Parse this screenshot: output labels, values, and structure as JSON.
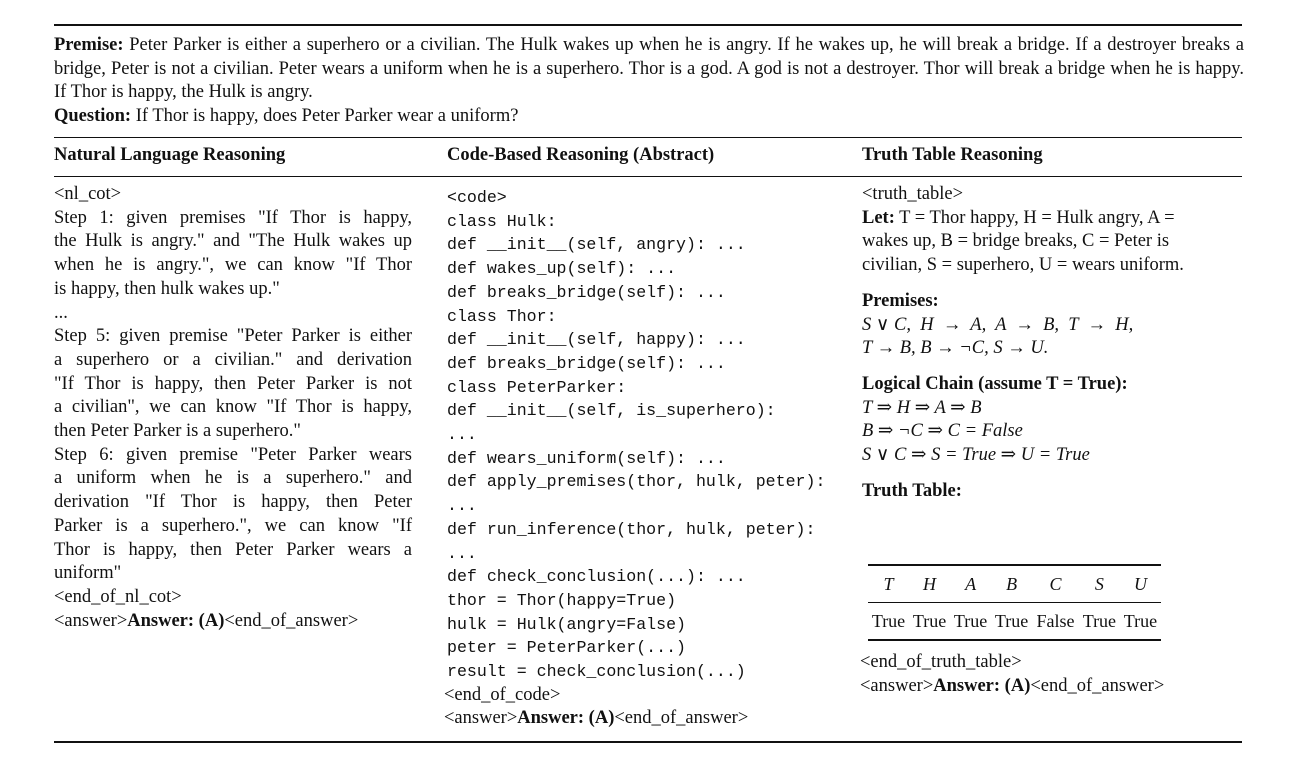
{
  "premise": {
    "label": "Premise:",
    "text": "Peter Parker is either a superhero or a civilian. The Hulk wakes up when he is angry. If he wakes up, he will break a bridge. If a destroyer breaks a bridge, Peter is not a civilian. Peter wears a uniform when he is a superhero. Thor is a god. A god is not a destroyer. Thor will break a bridge when he is happy. If Thor is happy, the Hulk is angry."
  },
  "question": {
    "label": "Question:",
    "text": "If Thor is happy, does Peter Parker wear a uniform?"
  },
  "columns": {
    "nl": "Natural Language Reasoning",
    "code": "Code-Based Reasoning (Abstract)",
    "tt": "Truth Table Reasoning"
  },
  "nl": {
    "open": "<nl_cot>",
    "lines": [
      "Step 1: given premises \"If Thor is happy,",
      "the Hulk is angry.\" and \"The Hulk wakes up",
      "when he is angry.\", we can know \"If Thor",
      "is happy, then hulk wakes up.\"",
      "...",
      "Step 5: given premise \"Peter Parker is either",
      "a superhero or a civilian.\" and derivation",
      "\"If Thor is happy, then Peter Parker is not",
      "a civilian\", we can know \"If Thor is happy,",
      "then Peter Parker is a superhero.\"",
      "Step 6: given premise \"Peter Parker wears",
      "a uniform when he is a superhero.\" and",
      "derivation \"If Thor is happy, then Peter",
      "Parker is a superhero.\", we can know \"If",
      "Thor is happy, then Peter Parker wears a",
      "uniform\""
    ],
    "close": "<end_of_nl_cot>",
    "answer_open": "<answer>",
    "answer_label": "Answer: (A)",
    "answer_close": "<end_of_answer>"
  },
  "code": {
    "open": "<code>",
    "lines": [
      "class Hulk:",
      "    def __init__(self, angry): ...",
      "    def wakes_up(self): ...",
      "    def breaks_bridge(self): ...",
      "class Thor:",
      "    def __init__(self, happy): ...",
      "    def breaks_bridge(self): ...",
      "class PeterParker:",
      "    def __init__(self, is_superhero):",
      "        ...",
      "    def wears_uniform(self): ...",
      "def apply_premises(thor, hulk, peter):",
      "    ...",
      "def run_inference(thor, hulk, peter):",
      "    ...",
      "def check_conclusion(...): ...",
      "thor = Thor(happy=True)",
      "hulk = Hulk(angry=False)",
      "peter = PeterParker(...)",
      "result = check_conclusion(...)"
    ],
    "close": "<end_of_code>",
    "answer_open": "<answer>",
    "answer_label": "Answer: (A)",
    "answer_close": "<end_of_answer>"
  },
  "tt": {
    "open": "<truth_table>",
    "let_label": "Let:",
    "let_lines": [
      "T = Thor happy, H = Hulk angry, A =",
      "wakes up, B = bridge breaks, C = Peter is",
      "civilian, S = superhero, U = wears uniform."
    ],
    "premises_label": "Premises:",
    "premises_lines": [
      "S ∨ C,  H  →  A,  A  →  B,  T  →  H,",
      "T → B, B → ¬C, S → U."
    ],
    "chain_label": "Logical Chain (assume T = True):",
    "chain_lines": [
      "T ⇒ H ⇒ A ⇒ B",
      "B ⇒ ¬C ⇒ C = False",
      "S ∨ C ⇒ S = True ⇒ U = True"
    ],
    "table_label": "Truth Table:",
    "table_headers": [
      "T",
      "H",
      "A",
      "B",
      "C",
      "S",
      "U"
    ],
    "table_row": [
      "True",
      "True",
      "True",
      "True",
      "False",
      "True",
      "True"
    ],
    "close": "<end_of_truth_table>",
    "answer_open": "<answer>",
    "answer_label": "Answer: (A)",
    "answer_close": "<end_of_answer>"
  }
}
